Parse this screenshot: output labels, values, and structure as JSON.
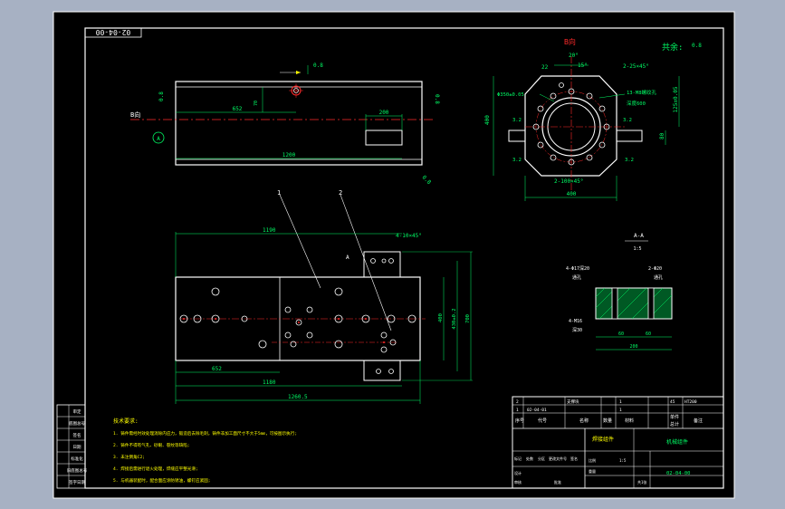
{
  "colors": {
    "background": "#000000",
    "frame": "#ffffff",
    "outline": "#ffffff",
    "center_line": "#ff2a2a",
    "dimension": "#00ff66",
    "tolerance": "#ffff00",
    "leader": "#ffffff",
    "outer_bg": "#a7b1c3"
  },
  "drawing_code_rotated": "02-04-00",
  "top_view": {
    "section_mark": "B向",
    "datum_label": "A",
    "dims": {
      "d652": "652",
      "d200": "200",
      "d1200": "1200",
      "d70": "70"
    },
    "flatness_top": "0.8",
    "flatness_left": "0.8",
    "flatness_right": "0.8",
    "flatness_bottom": "0.8"
  },
  "side_view": {
    "title": "B向",
    "angle20": "20°",
    "angle15": "15°",
    "chamfer_top": "2-25×45°",
    "chamfer_bottom": "2-100×45°",
    "holes": "13-M8螺纹孔",
    "depth": "深度600",
    "dia": "Φ350±0.05",
    "d22": "22",
    "d400h": "400",
    "d400w": "400",
    "d80": "80",
    "d125": "125±0.05",
    "rough_left": "3.2",
    "rough_right": "3.2",
    "rough_left2": "3.2",
    "rough_right2": "3.2"
  },
  "quantity": {
    "label": "共余:",
    "value": "0.8"
  },
  "front_view": {
    "part1": "1",
    "part2": "2",
    "section_mark": "A",
    "holes_chamfer": "4-10×45°",
    "d1190": "1190",
    "d400": "400",
    "d430": "430±0.2",
    "d700": "700",
    "d652": "652",
    "d1180": "1180",
    "d1260": "1260.5"
  },
  "section_aa": {
    "title": "A-A",
    "scale": "1:5",
    "hole_left": "4-Φ17深20",
    "hole_left_b": "通孔",
    "hole_right": "2-Φ20",
    "hole_right_b": "通孔",
    "thread": "4-M16",
    "thread_b": "深30",
    "d60a": "60",
    "d60b": "60",
    "d200": "200"
  },
  "notes": [
    "技术要求:",
    "1. 铸件需经时效处理消除内应力，锻造后去除毛刺，铸件非加工面尺寸不大于5mm，可按图示执行;",
    "2. 铸件不得有气孔、砂眼、裂纹等缺陷;",
    "3. 未注倒角C2;",
    "4. 焊接后需进行退火处理，焊缝应平整光滑;",
    "5. 与机器装配时，配合面应涂防锈油，螺钉应紧固;"
  ],
  "title_block": {
    "row1": [
      "2",
      "",
      "支撑块",
      "1",
      "",
      "45",
      "HT200"
    ],
    "row2": [
      "1",
      "02-04-01",
      "",
      "1",
      "",
      "",
      ""
    ],
    "header": [
      "序号",
      "代号",
      "名称",
      "数量",
      "材料",
      "单件",
      "总计",
      "备注"
    ],
    "part_name": "焊接组件",
    "company": "机械组件",
    "drawing_no": "02-04-00",
    "scale_label": "比例",
    "scale_value": "1:5",
    "weight": "重量",
    "labels": [
      "标记",
      "处数",
      "分区",
      "更改文件号",
      "签名",
      "年月日"
    ],
    "design": "设计",
    "check": "审核",
    "approve": "批准",
    "sheet": "共1张"
  },
  "left_strip": [
    "审定",
    "底图总号",
    "签名",
    "日期",
    "标准化",
    "旧底图总号",
    "签字日期"
  ]
}
